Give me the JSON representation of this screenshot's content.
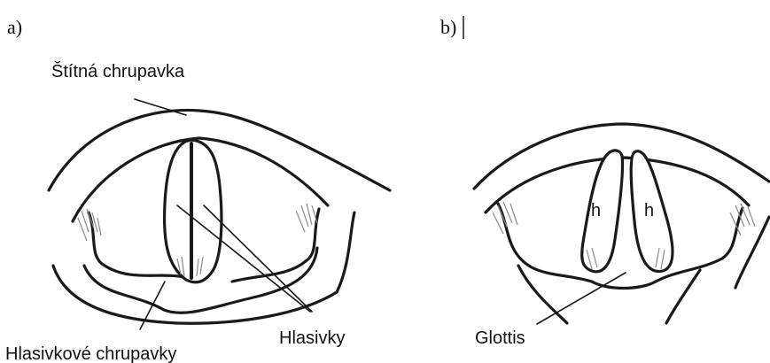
{
  "panels": {
    "a": {
      "label": "a)",
      "callouts": {
        "thyroid_cartilage": "Štítná chrupavka",
        "vocal_folds": "Hlasivky",
        "arytenoid_cartilages": "Hlasivkové chrupavky"
      }
    },
    "b": {
      "label": "b)",
      "fold_label": "h",
      "callouts": {
        "glottis": "Glottis"
      }
    }
  },
  "colors": {
    "ink": "#1a1a1a",
    "hatching": "#8a8a8a",
    "background": "#ffffff"
  }
}
